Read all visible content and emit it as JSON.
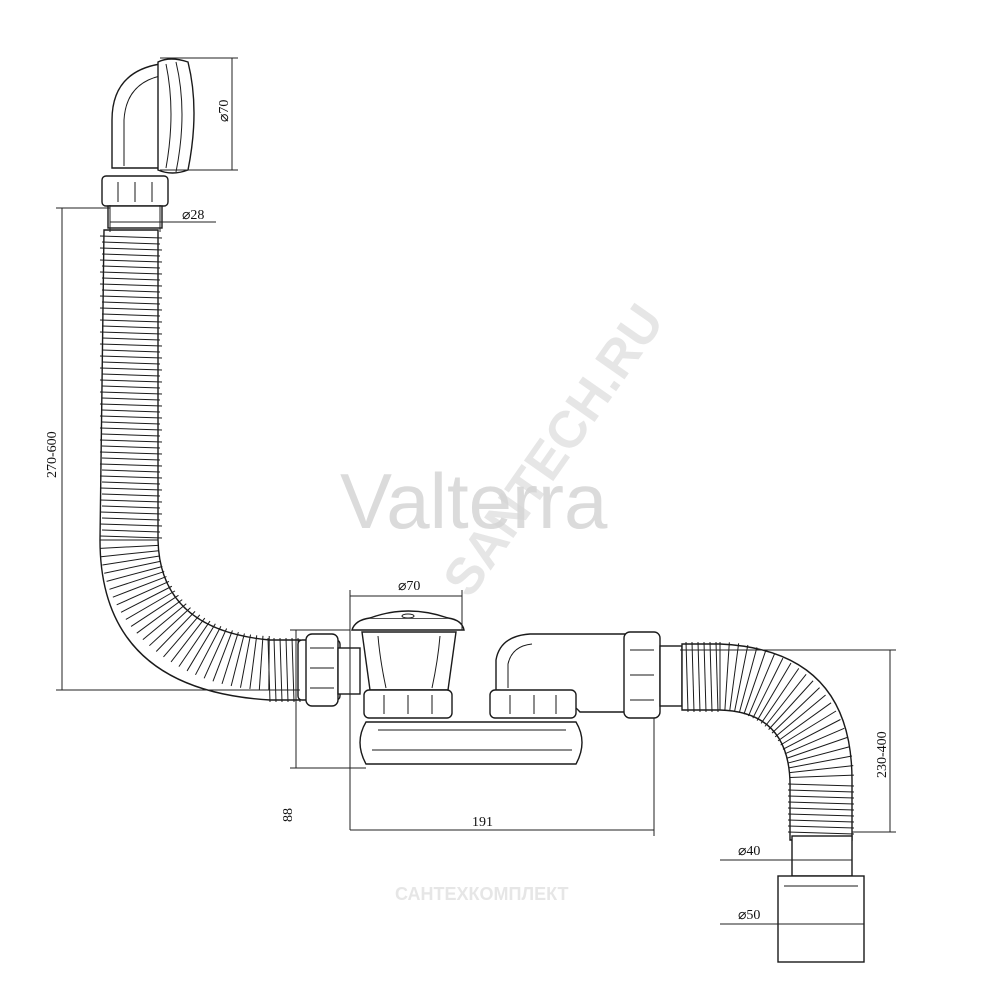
{
  "watermarks": {
    "brand": "Valterra",
    "site": "SANTECH.RU",
    "company": "САНТЕХКОМПЛЕКТ"
  },
  "dimensions": {
    "overflow_diameter": "⌀70",
    "overflow_pipe_diameter": "⌀28",
    "overflow_hose_length": "270-600",
    "drain_diameter": "⌀70",
    "drain_height": "88",
    "drain_span": "191",
    "outlet_hose_length": "230-400",
    "outlet_inner_diameter": "⌀40",
    "outlet_outer_diameter": "⌀50"
  },
  "colors": {
    "line": "#1a1a1a",
    "watermark": "#cfcfcf"
  }
}
